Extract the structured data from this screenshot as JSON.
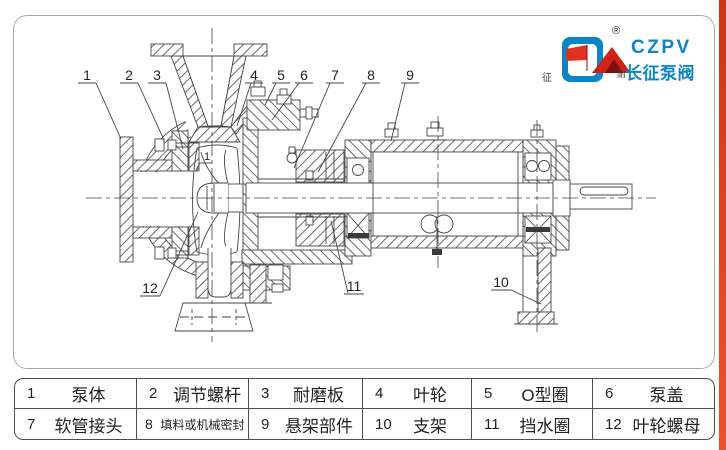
{
  "brand": {
    "abbr": "CZPV",
    "name": "长征泵阀",
    "registered": "®",
    "seal_left": "征",
    "seal_right": "耐"
  },
  "callouts": {
    "n1": "1",
    "n2": "2",
    "n3": "3",
    "n4": "4",
    "n5": "5",
    "n6": "6",
    "n7": "7",
    "n8": "8",
    "n9": "9",
    "n10": "10",
    "n11": "11",
    "n12": "12",
    "inner": "1"
  },
  "parts": [
    {
      "num": "1",
      "name": "泵体"
    },
    {
      "num": "2",
      "name": "调节螺杆"
    },
    {
      "num": "3",
      "name": "耐磨板"
    },
    {
      "num": "4",
      "name": "叶轮"
    },
    {
      "num": "5",
      "name": "O型圈"
    },
    {
      "num": "6",
      "name": "泵盖"
    },
    {
      "num": "7",
      "name": "软管接头"
    },
    {
      "num": "8",
      "name": "填料或机械密封"
    },
    {
      "num": "9",
      "name": "悬架部件"
    },
    {
      "num": "10",
      "name": "支架"
    },
    {
      "num": "11",
      "name": "挡水圈"
    },
    {
      "num": "12",
      "name": "叶轮螺母"
    }
  ]
}
